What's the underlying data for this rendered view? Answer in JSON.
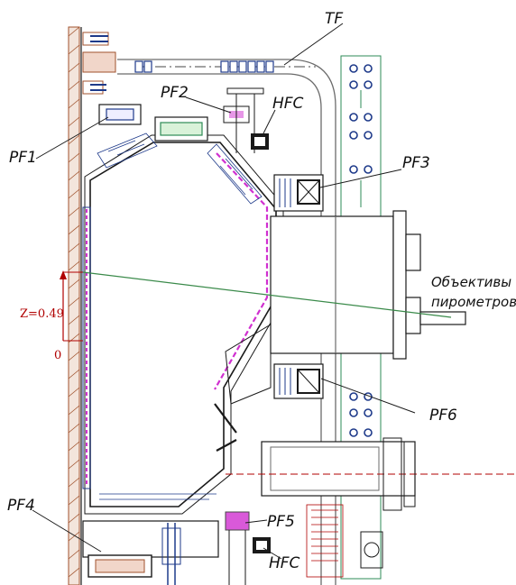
{
  "labels": {
    "tf": "TF",
    "pf1": "PF1",
    "pf2": "PF2",
    "pf3": "PF3",
    "pf4": "PF4",
    "pf5": "PF5",
    "pf6": "PF6",
    "hfc_top": "HFC",
    "hfc_bottom": "HFC",
    "lens_line1": "Объективы",
    "lens_line2": "пирометров",
    "z_label": "Z=0.49",
    "zero_label": "0"
  },
  "colors": {
    "outline": "#1a1a1a",
    "wall_hatch": "#a0522d",
    "coil_blue": "#1e3a8a",
    "chamber_fill": "#ffffff",
    "first_wall_magenta": "#d030d0",
    "sightline_green": "#3a8a4a",
    "dimension_red": "#b00000",
    "support_green": "#2e8b57",
    "gray_steel": "#6b6b6b"
  }
}
